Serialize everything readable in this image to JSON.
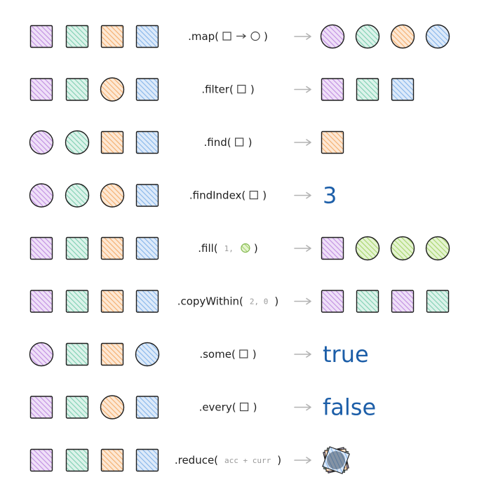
{
  "colors": {
    "purple": "#d7b4ec",
    "green": "#a9e0cc",
    "orange": "#f7c79b",
    "blue": "#a9ccf1",
    "lime": "#b9e08f",
    "stroke": "#1e1e1e",
    "result_text": "#1c5ea8",
    "arrow": "#b3b3b3"
  },
  "rows": [
    {
      "input": [
        [
          "purple",
          "square"
        ],
        [
          "green",
          "square"
        ],
        [
          "orange",
          "square"
        ],
        [
          "blue",
          "square"
        ]
      ],
      "method": ".map(",
      "args": [
        [
          "icon",
          "square"
        ],
        [
          "icon",
          "map-arrow"
        ],
        [
          "icon",
          "circle"
        ]
      ],
      "close": ")",
      "output": [
        [
          "purple",
          "circle"
        ],
        [
          "green",
          "circle"
        ],
        [
          "orange",
          "circle"
        ],
        [
          "blue",
          "circle"
        ]
      ]
    },
    {
      "input": [
        [
          "purple",
          "square"
        ],
        [
          "green",
          "square"
        ],
        [
          "orange",
          "circle"
        ],
        [
          "blue",
          "square"
        ]
      ],
      "method": ".filter(",
      "args": [
        [
          "icon",
          "square"
        ]
      ],
      "close": ")",
      "output": [
        [
          "purple",
          "square"
        ],
        [
          "green",
          "square"
        ],
        [
          "blue",
          "square"
        ]
      ]
    },
    {
      "input": [
        [
          "purple",
          "circle"
        ],
        [
          "green",
          "circle"
        ],
        [
          "orange",
          "square"
        ],
        [
          "blue",
          "square"
        ]
      ],
      "method": ".find(",
      "args": [
        [
          "icon",
          "square"
        ]
      ],
      "close": ")",
      "output": [
        [
          "orange",
          "square"
        ]
      ]
    },
    {
      "input": [
        [
          "purple",
          "circle"
        ],
        [
          "green",
          "circle"
        ],
        [
          "orange",
          "circle"
        ],
        [
          "blue",
          "square"
        ]
      ],
      "method": ".findIndex(",
      "args": [
        [
          "icon",
          "square"
        ]
      ],
      "close": ")",
      "result_text": "3"
    },
    {
      "input": [
        [
          "purple",
          "square"
        ],
        [
          "green",
          "square"
        ],
        [
          "orange",
          "square"
        ],
        [
          "blue",
          "square"
        ]
      ],
      "method": ".fill(",
      "args": [
        [
          "text",
          "1,"
        ],
        [
          "icon",
          "lime-circle"
        ]
      ],
      "close": ")",
      "output": [
        [
          "purple",
          "square"
        ],
        [
          "lime",
          "circle"
        ],
        [
          "lime",
          "circle"
        ],
        [
          "lime",
          "circle"
        ]
      ]
    },
    {
      "input": [
        [
          "purple",
          "square"
        ],
        [
          "green",
          "square"
        ],
        [
          "orange",
          "square"
        ],
        [
          "blue",
          "square"
        ]
      ],
      "method": ".copyWithin(",
      "args": [
        [
          "text",
          "2, 0"
        ]
      ],
      "close": ")",
      "output": [
        [
          "purple",
          "square"
        ],
        [
          "green",
          "square"
        ],
        [
          "purple",
          "square"
        ],
        [
          "green",
          "square"
        ]
      ]
    },
    {
      "input": [
        [
          "purple",
          "circle"
        ],
        [
          "green",
          "square"
        ],
        [
          "orange",
          "square"
        ],
        [
          "blue",
          "circle"
        ]
      ],
      "method": ".some(",
      "args": [
        [
          "icon",
          "square"
        ]
      ],
      "close": ")",
      "result_text": "true"
    },
    {
      "input": [
        [
          "purple",
          "square"
        ],
        [
          "green",
          "square"
        ],
        [
          "orange",
          "circle"
        ],
        [
          "blue",
          "square"
        ]
      ],
      "method": ".every(",
      "args": [
        [
          "icon",
          "square"
        ]
      ],
      "close": ")",
      "result_text": "false"
    },
    {
      "input": [
        [
          "purple",
          "square"
        ],
        [
          "green",
          "square"
        ],
        [
          "orange",
          "square"
        ],
        [
          "blue",
          "square"
        ]
      ],
      "method": ".reduce(",
      "args": [
        [
          "text",
          "acc + curr"
        ]
      ],
      "close": ")",
      "output": [
        [
          "mixed",
          "stack"
        ]
      ]
    }
  ]
}
